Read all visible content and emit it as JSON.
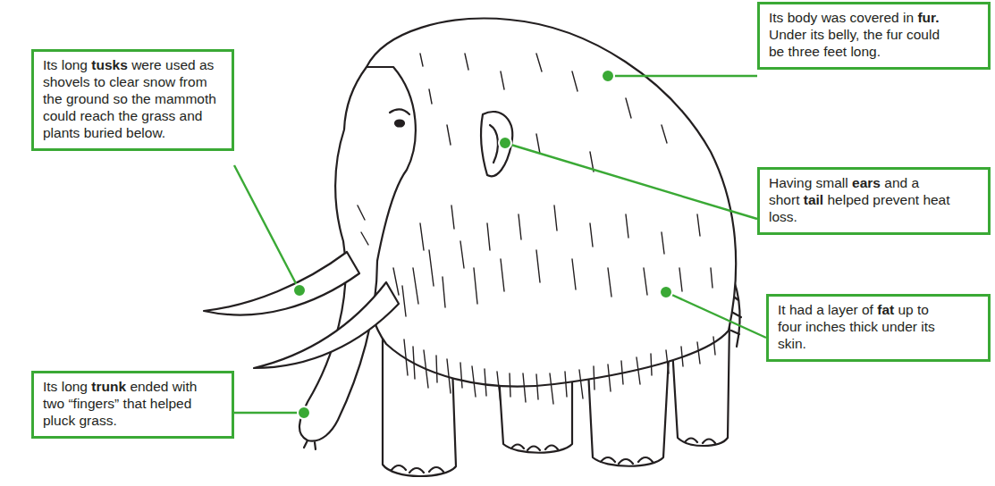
{
  "diagram": {
    "nodes": [
      {
        "text": [
          "Its long tusks were used as shovels to clear snow from the ground so the mammoth could reach the grass and plants buried below."
        ]
      },
      {
        "text": [
          "Its long trunk ended with two “fingers” that helped pluck grass."
        ]
      },
      {
        "text": [
          "Its body was covered in fur. Under its belly, the fur could be three feet long."
        ]
      },
      {
        "text": [
          "Having small ears and a short tail helped prevent heat loss."
        ]
      },
      {
        "text": [
          "It had a layer of fat up to four inches thick under its skin."
        ]
      }
    ]
  }
}
